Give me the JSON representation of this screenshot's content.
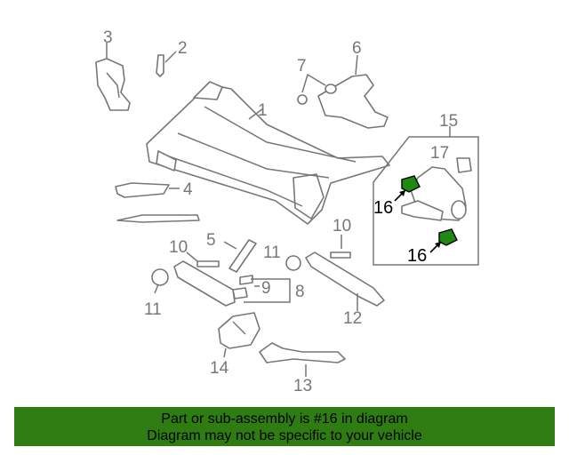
{
  "callouts": {
    "c1": "1",
    "c2": "2",
    "c3": "3",
    "c4": "4",
    "c5": "5",
    "c6": "6",
    "c7": "7",
    "c8": "8",
    "c9": "9",
    "c10a": "10",
    "c10b": "10",
    "c11a": "11",
    "c11b": "11",
    "c12": "12",
    "c13": "13",
    "c14": "14",
    "c15": "15",
    "c16a": "16",
    "c16b": "16",
    "c17": "17"
  },
  "banner": {
    "line1": "Part or sub-assembly is #16 in diagram",
    "line2": "Diagram may not be specific to your vehicle"
  },
  "colors": {
    "highlight": "#1e8a12",
    "banner": "#2f7d12",
    "drawing": "#777777"
  }
}
